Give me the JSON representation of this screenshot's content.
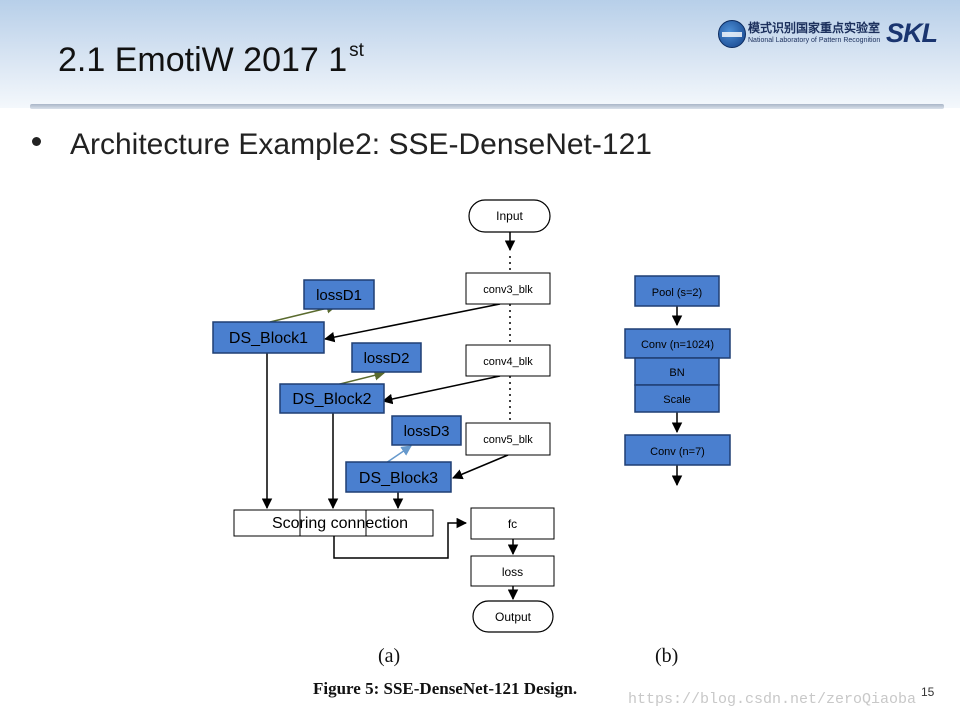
{
  "slide": {
    "title": "2.1 EmotiW 2017 1",
    "title_sup": "st",
    "bullet": "Architecture Example2: SSE-DenseNet-121",
    "page_number": "15"
  },
  "logo": {
    "chinese_name": "模式识别国家重点实验室",
    "english_name": "National Laboratory of Pattern Recognition",
    "abbrev": "SKL"
  },
  "diagram": {
    "panel_a": {
      "input": "Input",
      "conv3": "conv3_blk",
      "conv4": "conv4_blk",
      "conv5": "conv5_blk",
      "loss_d1": "lossD1",
      "loss_d2": "lossD2",
      "loss_d3": "lossD3",
      "ds_block1": "DS_Block1",
      "ds_block2": "DS_Block2",
      "ds_block3": "DS_Block3",
      "scoring": "Scoring connection",
      "fc": "fc",
      "loss": "loss",
      "output": "Output",
      "label": "(a)"
    },
    "panel_b": {
      "pool": "Pool (s=2)",
      "conv1024": "Conv (n=1024)",
      "bn": "BN",
      "scale": "Scale",
      "conv7": "Conv (n=7)",
      "label": "(b)"
    },
    "caption": "Figure 5: SSE-DenseNet-121 Design."
  },
  "watermark": "https://blog.csdn.net/zeroQiaoba",
  "colors": {
    "block_fill": "#4a7fcf",
    "block_stroke": "#1f3f73",
    "arrow_green": "#5a6b2e",
    "arrow_blue": "#6699cc"
  }
}
